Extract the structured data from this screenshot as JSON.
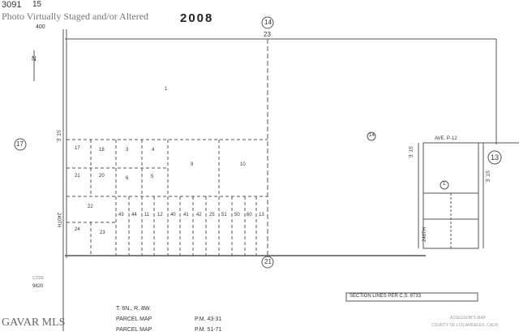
{
  "header": {
    "book": "3091",
    "page": "15",
    "scale": "400",
    "watermark": "Photo Virtually Staged and/or Altered",
    "year": "2008"
  },
  "map": {
    "section_labels": {
      "top": "14",
      "top_corner": "23",
      "left": "17",
      "right": "13",
      "bottom": "21"
    },
    "parcels": {
      "large_east": "14",
      "large_north": "1",
      "tract_center": "1",
      "grid_top": [
        "17",
        "18",
        "3",
        "4",
        "9",
        "10"
      ],
      "grid_mid": [
        "21",
        "20",
        "6",
        "5"
      ],
      "grid_row3_left": "22",
      "grid_small": [
        "43",
        "44",
        "11",
        "12",
        "40",
        "41",
        "42",
        "25",
        "51",
        "50",
        "60",
        "13"
      ],
      "grid_bottom_left": [
        "24",
        "23"
      ]
    },
    "streets": {
      "ave_top": "AVE. P-12",
      "st_e": "ST. E.",
      "st_e_right": "ST. E.",
      "st_240th": "240TH",
      "street_left": "ST. E.",
      "street_left2": "240TH"
    },
    "north_label": "N"
  },
  "footer": {
    "code_label": "CODE",
    "code": "9820",
    "section_note": "SECTION LINES PER C.S. 8733",
    "township": "T. 6N., R. 8W.",
    "parcel_maps": [
      {
        "label": "PARCEL MAP",
        "ref": "P.M. 43-31"
      },
      {
        "label": "PARCEL MAP",
        "ref": "P.M. 51-71"
      }
    ],
    "mls_logo": "GAVAR MLS",
    "assessor_line1": "ASSESSOR'S MAP",
    "assessor_line2": "COUNTY OF LOS ANGELES, CALIF."
  },
  "colors": {
    "line": "#555555",
    "text": "#333333",
    "watermark": "#777777"
  }
}
